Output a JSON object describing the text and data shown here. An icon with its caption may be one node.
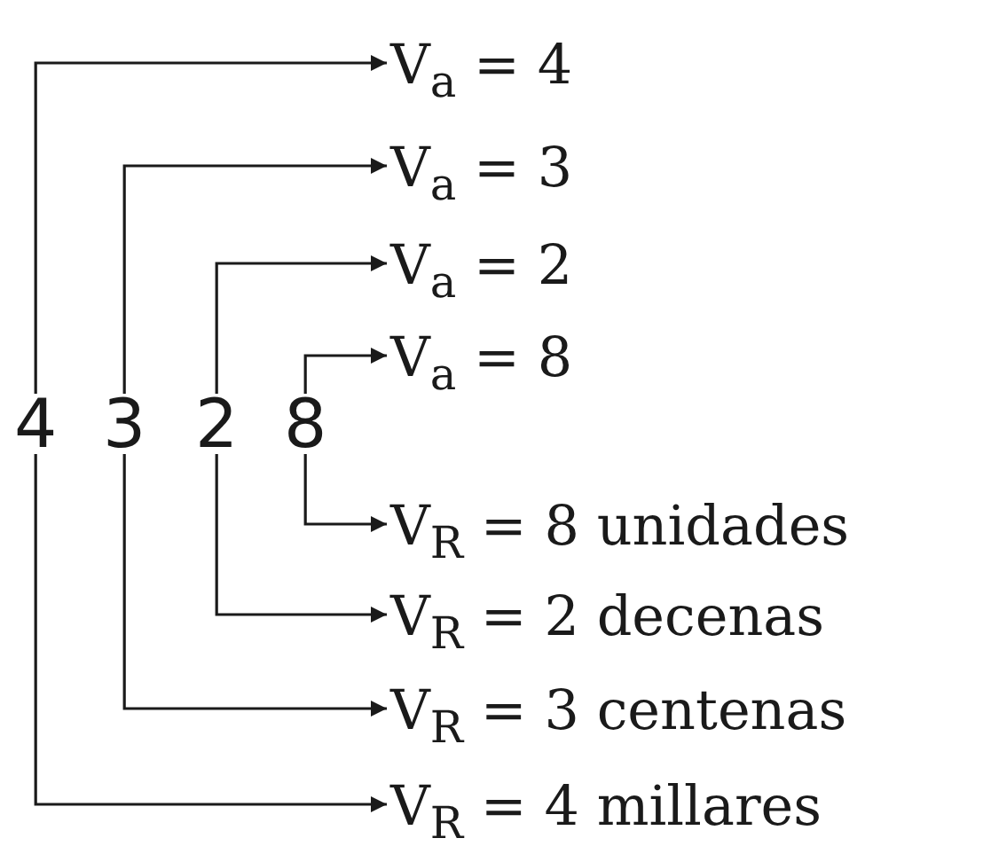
{
  "diagram": {
    "nodes": [
      {
        "text": [
          "4"
        ]
      },
      {
        "text": [
          "3"
        ]
      },
      {
        "text": [
          "2"
        ]
      },
      {
        "text": [
          "8"
        ]
      },
      {
        "text": [
          "V$_{a}$ = 4"
        ]
      },
      {
        "text": [
          "V$_{a}$ = 3"
        ]
      },
      {
        "text": [
          "V$_{a}$ = 2"
        ]
      },
      {
        "text": [
          "V$_{a}$ = 8"
        ]
      },
      {
        "text": [
          "V$_{R}$ = 8 unidades"
        ]
      },
      {
        "text": [
          "V$_{R}$ = 2 decenas"
        ]
      },
      {
        "text": [
          "V$_{R}$ = 3 centenas"
        ]
      },
      {
        "text": [
          "V$_{R}$ = 4 millares"
        ]
      }
    ],
    "edges": [
      {
        "from": 0,
        "to": 4,
        "arrow": "to"
      },
      {
        "from": 1,
        "to": 5,
        "arrow": "to"
      },
      {
        "from": 2,
        "to": 6,
        "arrow": "to"
      },
      {
        "from": 3,
        "to": 7,
        "arrow": "to"
      },
      {
        "from": 3,
        "to": 8,
        "arrow": "to"
      },
      {
        "from": 2,
        "to": 9,
        "arrow": "to"
      },
      {
        "from": 1,
        "to": 10,
        "arrow": "to"
      },
      {
        "from": 0,
        "to": 11,
        "arrow": "to"
      }
    ]
  }
}
